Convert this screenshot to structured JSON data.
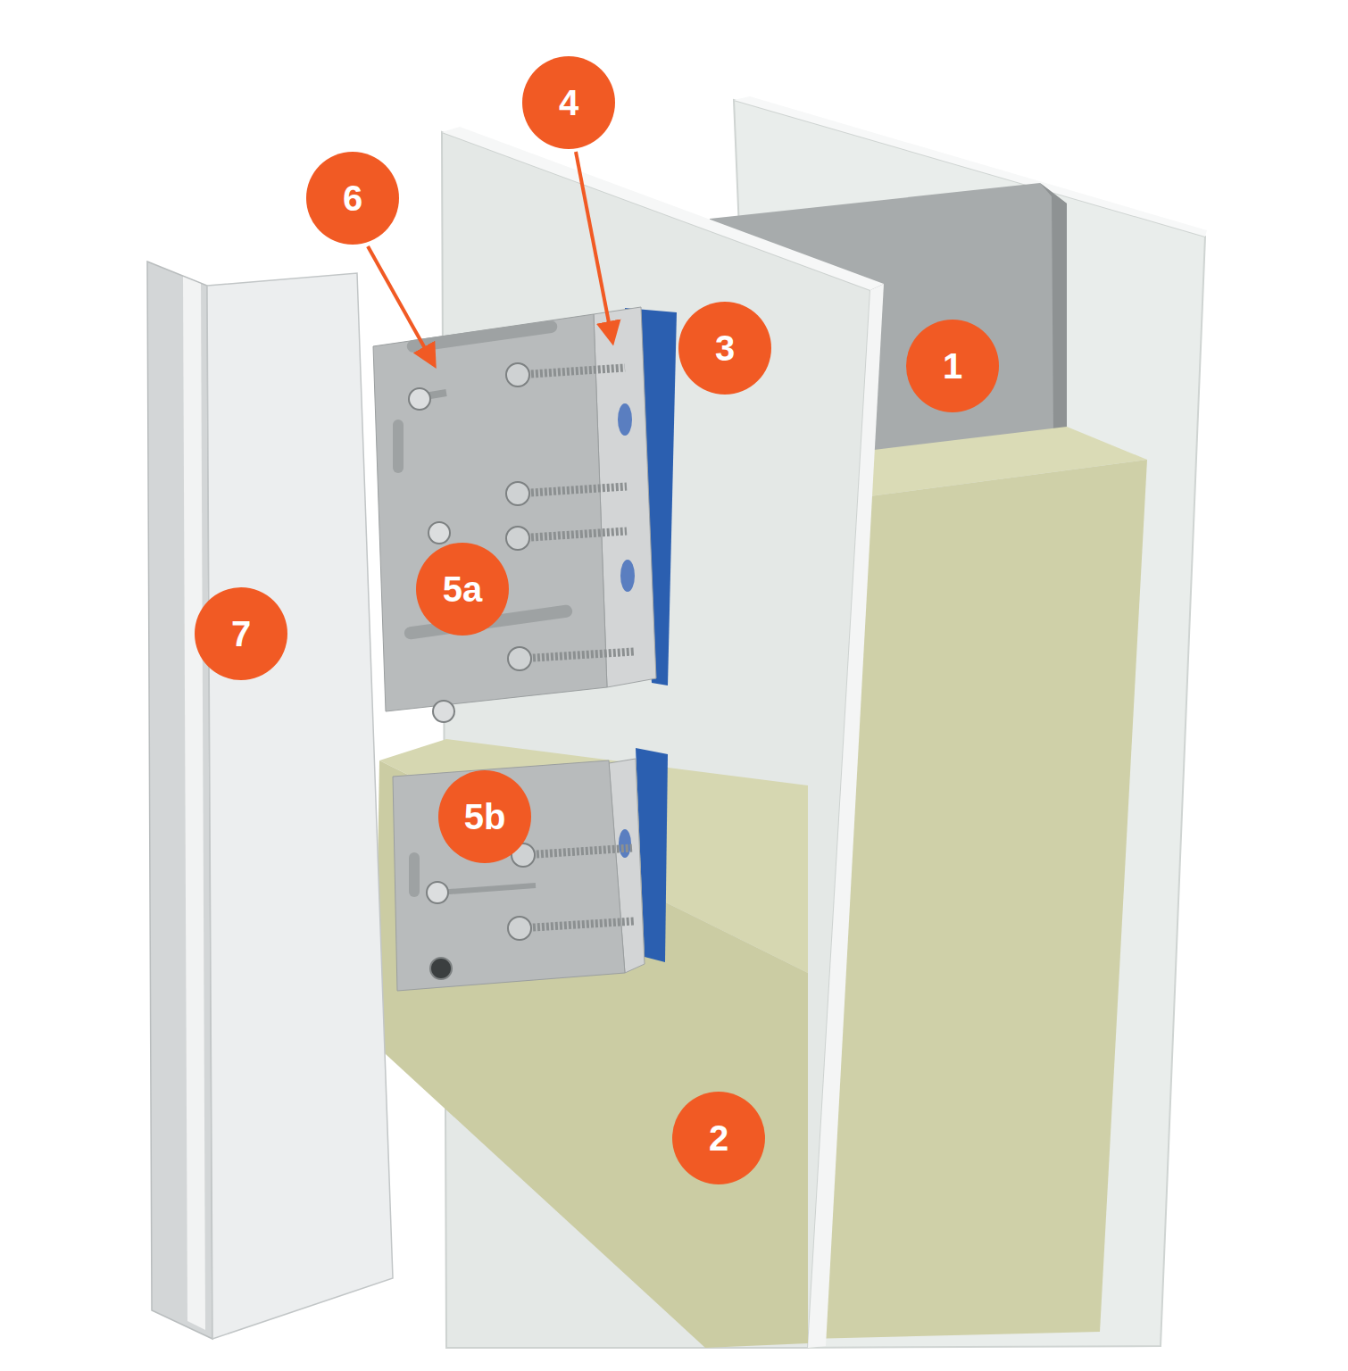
{
  "diagram": {
    "nodes": [
      {
        "text": [
          "4"
        ]
      },
      {
        "text": [
          "6"
        ]
      },
      {
        "text": [
          "3"
        ]
      },
      {
        "text": [
          "1"
        ]
      },
      {
        "text": [
          "5a"
        ]
      },
      {
        "text": [
          "7"
        ]
      },
      {
        "text": [
          "5b"
        ]
      },
      {
        "text": [
          "2"
        ]
      }
    ]
  }
}
